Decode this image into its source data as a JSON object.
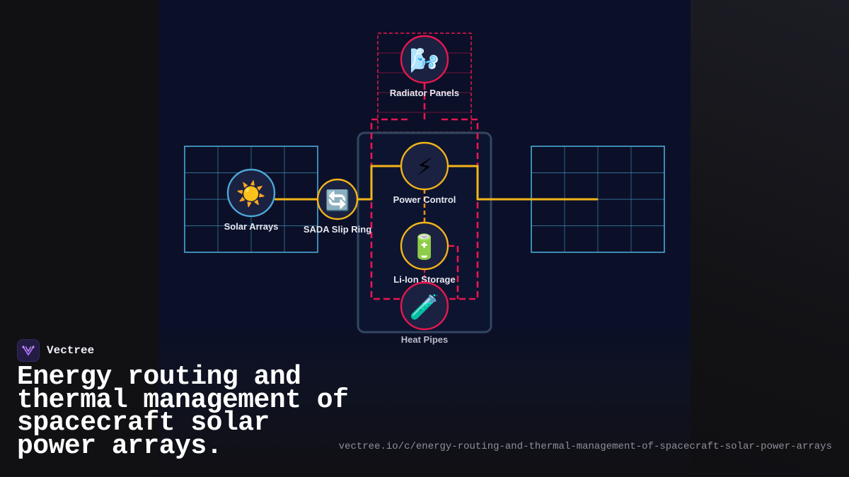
{
  "brand": {
    "name": "Vectree"
  },
  "headline": "Energy routing and thermal management of spacecraft solar power arrays.",
  "source_url": "vectree.io/c/energy-routing-and-thermal-management-of-spacecraft-solar-power-arrays",
  "diagram": {
    "nodes": {
      "radiator": {
        "label": "Radiator Panels",
        "icon": "wind-icon"
      },
      "solar": {
        "label": "Solar Arrays",
        "icon": "sun-icon"
      },
      "sada": {
        "label": "SADA Slip Ring",
        "icon": "rotate-arrows-icon"
      },
      "power": {
        "label": "Power Control",
        "icon": "lightning-icon"
      },
      "battery": {
        "label": "Li-Ion Storage",
        "icon": "battery-icon"
      },
      "heatpipes": {
        "label": "Heat Pipes",
        "icon": "test-tube-icon"
      }
    },
    "colors": {
      "power_line": "#f2b519",
      "thermal_line": "#e8174f",
      "panel_grid": "#4aa8d8",
      "core_box": "#33465f",
      "node_fill": "#1b2140"
    }
  }
}
